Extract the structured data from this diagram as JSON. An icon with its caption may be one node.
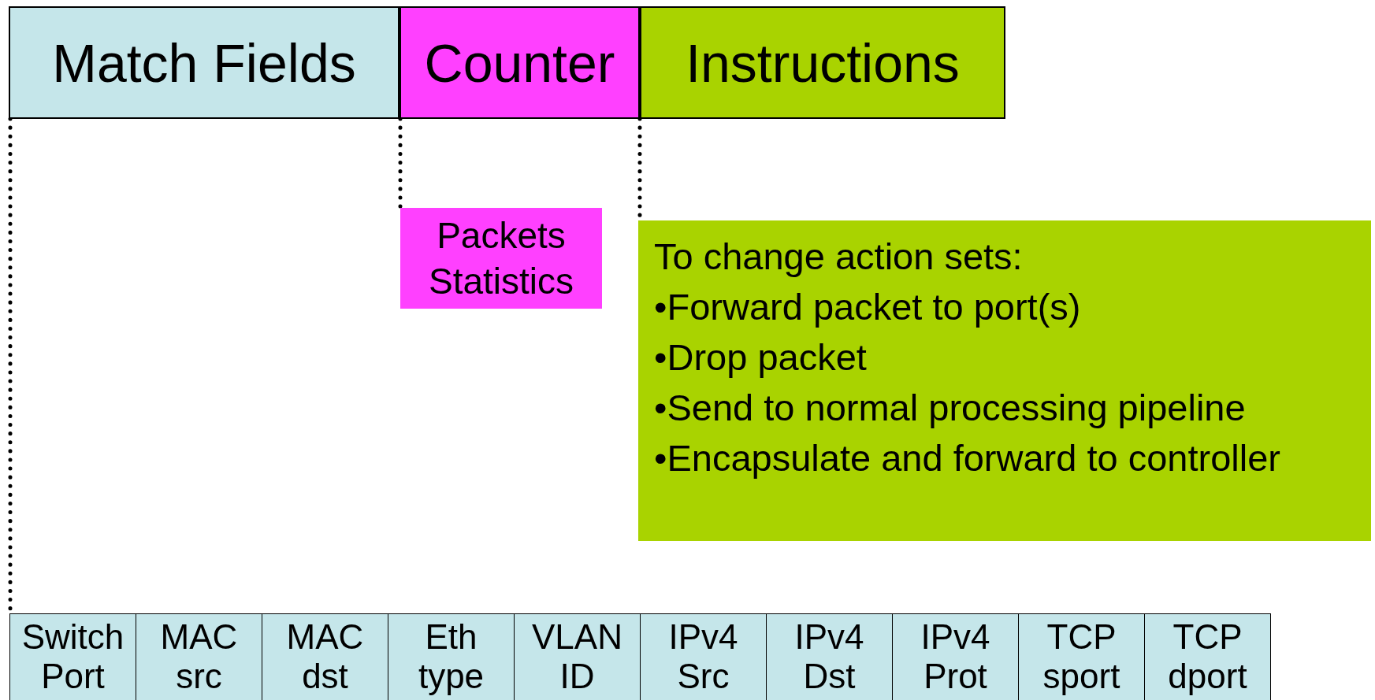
{
  "diagram": {
    "nodes": [
      {
        "text": [
          "Match Fields"
        ]
      },
      {
        "text": [
          "Counter"
        ]
      },
      {
        "text": [
          "Instructions"
        ]
      },
      {
        "text": [
          "Packets Statistics"
        ]
      },
      {
        "text": [
          "To change action sets:",
          "•Forward packet to port(s)",
          "•Drop packet",
          "•Send to normal processing pipeline",
          "•Encapsulate and forward to controller"
        ]
      },
      {
        "text": [
          "Switch Port"
        ]
      },
      {
        "text": [
          "MAC src"
        ]
      },
      {
        "text": [
          "MAC dst"
        ]
      },
      {
        "text": [
          "Eth type"
        ]
      },
      {
        "text": [
          "VLAN ID"
        ]
      },
      {
        "text": [
          "IPv4 Src"
        ]
      },
      {
        "text": [
          "IPv4 Dst"
        ]
      },
      {
        "text": [
          "IPv4 Prot"
        ]
      },
      {
        "text": [
          "TCP sport"
        ]
      },
      {
        "text": [
          "TCP dport"
        ]
      }
    ],
    "edges": [
      {
        "from": 0,
        "to": 5,
        "arrow": "none",
        "style": "dashed"
      },
      {
        "from": 1,
        "to": 3,
        "arrow": "none",
        "style": "dashed"
      },
      {
        "from": 2,
        "to": 4,
        "arrow": "none",
        "style": "dashed"
      }
    ]
  }
}
